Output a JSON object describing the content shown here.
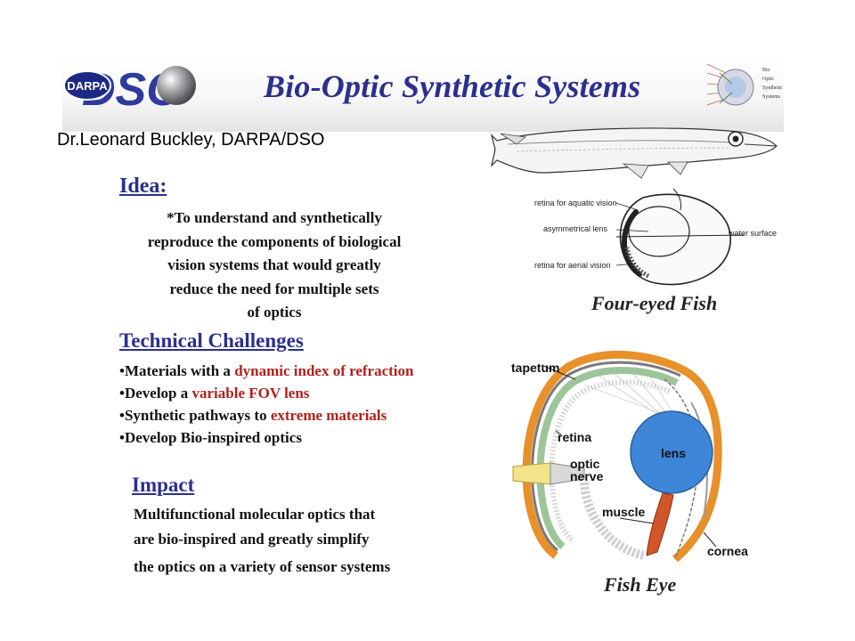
{
  "banner": {
    "title": "Bio-Optic Synthetic Systems",
    "logo_left": {
      "badge_text": "DARPA",
      "wordmark": "DSO"
    },
    "logo_right": {
      "text_lines": [
        "Bio",
        "Optic",
        "Synthetic",
        "Systems"
      ]
    }
  },
  "author": "Dr.Leonard Buckley, DARPA/DSO",
  "idea": {
    "heading": "Idea:",
    "lines": [
      "*To understand and synthetically",
      "reproduce the components of biological",
      "vision systems that would greatly",
      "reduce the need for multiple sets",
      "of optics"
    ]
  },
  "technical_challenges": {
    "heading": "Technical Challenges",
    "items": [
      {
        "prefix": "•Materials with a ",
        "highlight": "dynamic index of refraction"
      },
      {
        "prefix": "•Develop a ",
        "highlight": "variable FOV lens"
      },
      {
        "prefix": "•Synthetic pathways to ",
        "highlight": "extreme materials"
      },
      {
        "prefix": "•Develop Bio-inspired optics",
        "highlight": ""
      }
    ]
  },
  "impact": {
    "heading": "Impact",
    "lines": [
      "Multifunctional molecular optics that",
      "are bio-inspired and greatly simplify",
      "the optics on a variety of sensor systems"
    ]
  },
  "four_eyed_fish": {
    "caption": "Four-eyed Fish",
    "labels": [
      "retina for aquatic vision",
      "asymmetrical lens",
      "retina for aerial vision",
      "water surface"
    ]
  },
  "fish_eye": {
    "caption": "Fish Eye",
    "labels": [
      "tapetum",
      "retina",
      "lens",
      "optic",
      "nerve",
      "muscle",
      "cornea"
    ]
  },
  "colors": {
    "heading_blue": "#2b2f8f",
    "highlight_red": "#b0221c",
    "lens_blue": "#3d86d8",
    "sclera_orange": "#e8902a",
    "retina_green": "#9cc59a"
  },
  "icons": [
    "darpa-dso-logo",
    "bio-optic-systems-logo",
    "fish-illustration",
    "four-eyed-fish-eye-diagram",
    "fish-eye-diagram"
  ]
}
